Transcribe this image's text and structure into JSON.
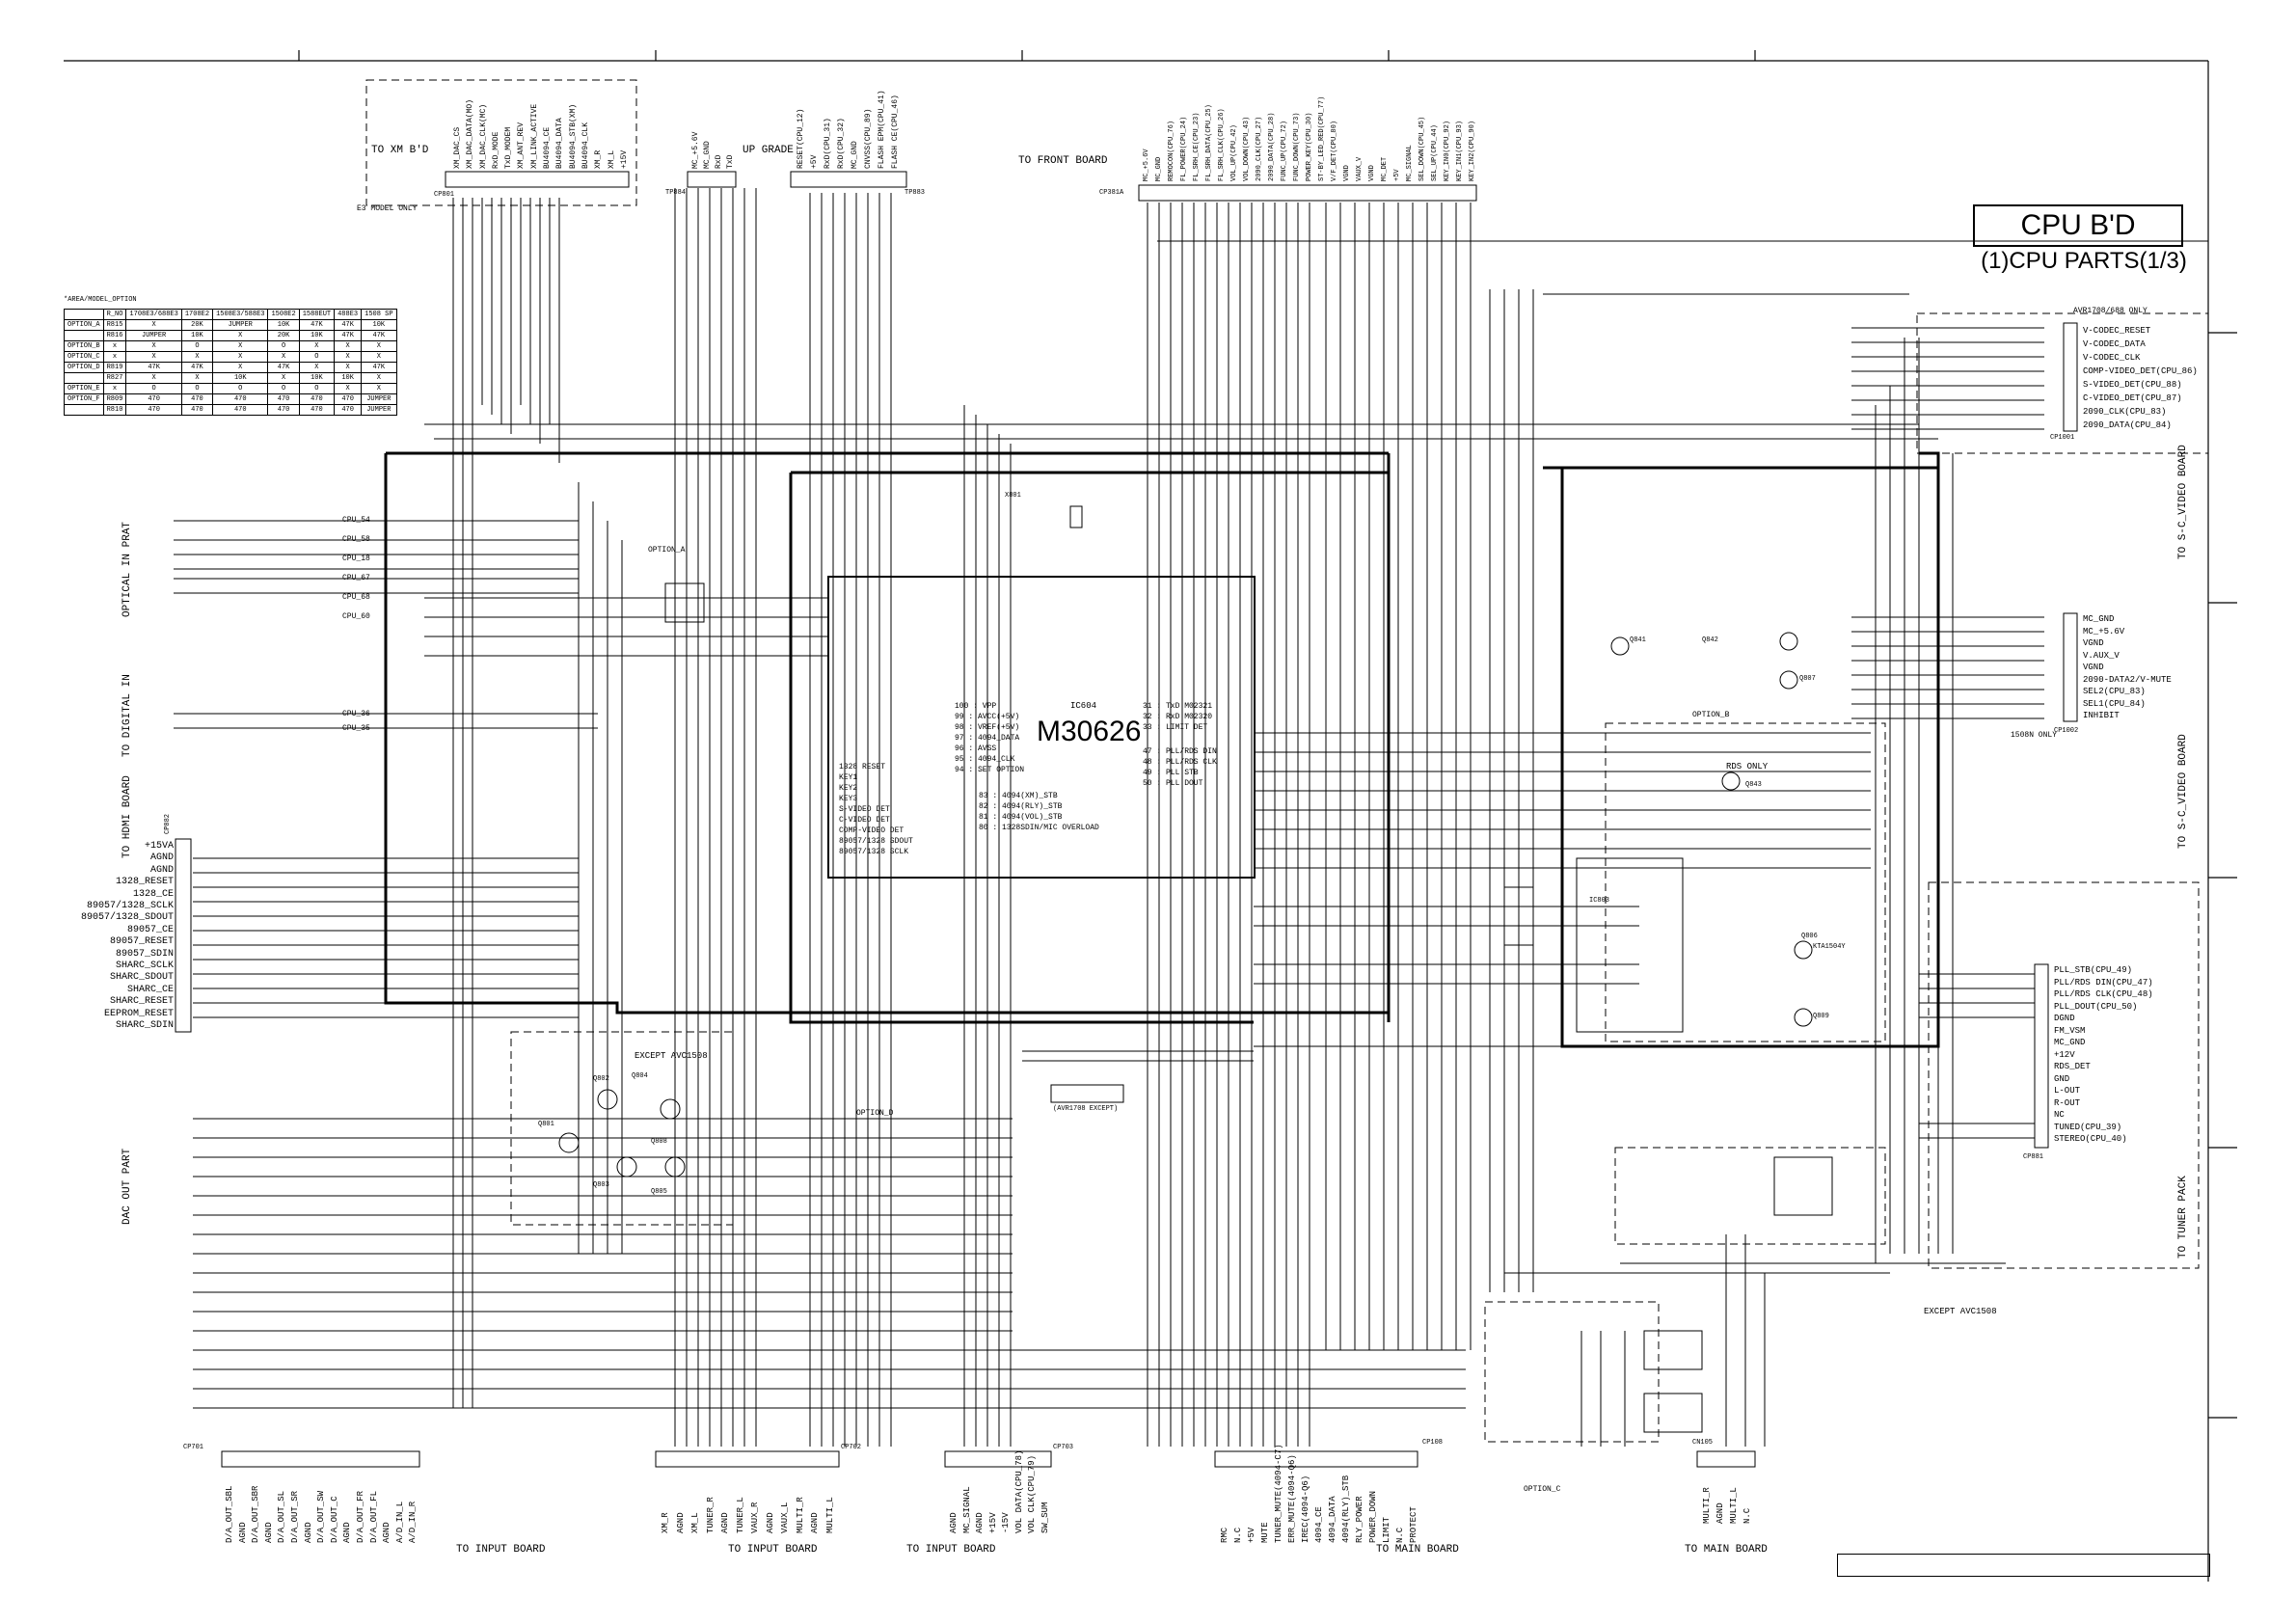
{
  "title": "CPU B'D",
  "subtitle": "(1)CPU PARTS(1/3)",
  "ic": {
    "ref": "IC604",
    "name": "M30626",
    "pins_left": [
      "1328 RESET",
      "KEY1",
      "KEY2",
      "KEY3",
      "S-VIDEO DET",
      "C-VIDEO DET",
      "COMP-VIDEO DET",
      "89057/1328 SDOUT",
      "89057/1328 SCLK"
    ],
    "pins_center": [
      "100 : VPP",
      "99 : AVCC(+5V)",
      "98 : VREF(+5V)",
      "97 : 4094_DATA",
      "96 : AVSS",
      "95 : 4094_CLK",
      "94 : SET OPTION"
    ],
    "pins_center2": [
      "83 : 4094(XM)_STB",
      "82 : 4094(RLY)_STB",
      "81 : 4094(VOL)_STB",
      "80 : 1328SDIN/MIC OVERLOAD"
    ],
    "pins_right": [
      "31 : TxD M02321",
      "32 : RxD M02320",
      "33 : LIMIT DET",
      "47 : PLL/RDS DIN",
      "48 : PLL/RDS CLK",
      "49 : PLL STB",
      "50 : PLL DOUT"
    ]
  },
  "connectors": {
    "xm": {
      "ref": "CP801",
      "label": "TO XM B'D",
      "note": "E3 MODEL ONLY",
      "pins": [
        "XM_DAC_CS",
        "XM_DAC_DATA(MO)",
        "XM_DAC_CLK(MC)",
        "RxD_MODE",
        "TxD_MODEM",
        "XM_ANT_REV",
        "XM_LINK_ACTIVE",
        "BU4094_CE",
        "BU4094_DATA",
        "BU4094_STB(XM)",
        "BU4094_CLK",
        "XM_R",
        "XM_L",
        "+15V"
      ]
    },
    "upgrade": {
      "ref": "TP884",
      "label": "UP GRADE",
      "pins": [
        "MC_+5.6V",
        "MC_GND",
        "RxD",
        "TxD"
      ]
    },
    "tp883": {
      "ref": "TP883",
      "pins": [
        "RESET(CPU_12)",
        "+5V",
        "RxD(CPU_31)",
        "RxD(CPU_32)",
        "MC_GND",
        "CNVSS(CPU_89)",
        "FLASH EPM(CPU_41)",
        "FLASH CE(CPU_46)"
      ]
    },
    "front": {
      "ref": "CP381A",
      "label": "TO FRONT BOARD",
      "pins": [
        "MC_+5.6V",
        "MC_GND",
        "REMOCON(CPU_76)",
        "FL_POWER(CPU_24)",
        "FL_SRH_CE(CPU_23)",
        "FL_SRH_DATA(CPU_25)",
        "FL_SRH_CLK(CPU_26)",
        "VOL_UP(CPU_42)",
        "VOL_DOWN(CPU_43)",
        "2090_CLK(CPU_27)",
        "2090_DATA(CPU_28)",
        "FUNC_UP(CPU_72)",
        "FUNC_DOWN(CPU_73)",
        "POWER_KEY(CPU_30)",
        "ST-BY_LED_RED(CPU_77)",
        "V/F_DET(CPU_80)",
        "VGND",
        "VAUX_V",
        "VGND",
        "MC_DET",
        "+5V",
        "MC_SIGNAL",
        "SEL_DOWN(CPU_45)",
        "SEL_UP(CPU_44)",
        "KEY_IN0(CPU_92)",
        "KEY_IN1(CPU_93)",
        "KEY_IN2(CPU_90)"
      ]
    },
    "avr": {
      "ref": "CP1001",
      "note": "AVR1708/688 ONLY",
      "pins": [
        "V-CODEC_RESET",
        "V-CODEC_DATA",
        "V-CODEC_CLK",
        "COMP-VIDEO_DET(CPU_86)",
        "S-VIDEO_DET(CPU_88)",
        "C-VIDEO_DET(CPU_87)",
        "2090_CLK(CPU_83)",
        "2090_DATA(CPU_84)"
      ]
    },
    "svideo": {
      "ref": "CP1002",
      "label": "TO S-C_VIDEO BOARD",
      "note": "1508N ONLY",
      "pins": [
        "MC_GND",
        "MC_+5.6V",
        "VGND",
        "V.AUX_V",
        "VGND",
        "2090-DATA2/V-MUTE",
        "SEL2(CPU_83)",
        "SEL1(CPU_84)",
        "INHIBIT"
      ]
    },
    "tuner": {
      "ref": "CP881",
      "label": "TO TUNER PACK",
      "note": "EXCEPT AVC1508",
      "pins": [
        "PLL_STB(CPU_49)",
        "PLL/RDS DIN(CPU_47)",
        "PLL/RDS CLK(CPU_48)",
        "PLL_DOUT(CPU_50)",
        "DGND",
        "FM_VSM",
        "MC_GND",
        "+12V",
        "RDS_DET",
        "GND",
        "L-OUT",
        "R-OUT",
        "NC",
        "TUNED(CPU_39)",
        "STEREO(CPU_40)"
      ]
    },
    "hdmi": {
      "ref": "CP882",
      "label": "TO HDMI BOARD",
      "pins": [
        "+15VA",
        "AGND",
        "AGND",
        "1328_RESET",
        "1328_CE",
        "89057/1328_SCLK",
        "89057/1328_SDOUT",
        "89057_CE",
        "89057_RESET",
        "89057_SDIN",
        "SHARC_SCLK",
        "SHARC_SDOUT",
        "SHARC_CE",
        "SHARC_RESET",
        "EEPROM_RESET",
        "SHARC_SDIN"
      ]
    },
    "optical": {
      "label": "OPTICAL IN PRAT",
      "pins": [
        "CPU_54",
        "CPU_58",
        "CPU_18",
        "CPU_67",
        "CPU_68",
        "CPU_60"
      ]
    },
    "digital": {
      "label": "TO DIGITAL IN",
      "pins": [
        "CPU_36",
        "CPU_35"
      ]
    },
    "dac": {
      "ref": "CP701",
      "label": "DAC OUT PART",
      "pins": [
        "D/A_OUT_SBL",
        "AGND",
        "D/A_OUT_SBR",
        "AGND",
        "D/A_OUT_SL",
        "D/A_OUT_SR",
        "AGND",
        "D/A_OUT_SW",
        "D/A_OUT_C",
        "AGND",
        "D/A_OUT_FR",
        "D/A_OUT_FL",
        "AGND",
        "A/D_IN_L",
        "A/D_IN_R"
      ]
    },
    "input1": {
      "ref": "CP702",
      "pins": [
        "XM_R",
        "AGND",
        "XM_L",
        "TUNER_R",
        "AGND",
        "TUNER_L",
        "VAUX_R",
        "AGND",
        "VAUX_L",
        "MULTI_R",
        "AGND",
        "MULTI_L"
      ]
    },
    "input2": {
      "ref": "CP703",
      "pins": [
        "AGND",
        "MC_SIGNAL",
        "AGND",
        "+15V",
        "-15V",
        "VOL DATA(CPU_78)",
        "VOL CLK(CPU_79)",
        "SW_SUM"
      ]
    },
    "main1": {
      "ref": "CP108",
      "pins": [
        "RMC",
        "N.C",
        "+5V",
        "MUTE",
        "TUNER_MUTE(4094-C7)",
        "ERR_MUTE(4094-Q6)",
        "IREC(4094-Q6)",
        "4094_CE",
        "4094_DATA",
        "4094(RLY)_STB",
        "RLY_POWER",
        "POWER_DOWN",
        "LIMIT",
        "N.C",
        "PROTECT"
      ]
    },
    "main2": {
      "ref": "CN105",
      "pins": [
        "MULTI_R",
        "AGND",
        "MULTI_L",
        "N.C"
      ]
    }
  },
  "footer": [
    "TO INPUT BOARD",
    "TO INPUT BOARD",
    "TO INPUT BOARD",
    "TO MAIN BOARD",
    "TO MAIN BOARD"
  ],
  "notes": {
    "rds": "RDS ONLY",
    "except1": "EXCEPT AVC1508",
    "except2": "EXCEPT AVC1508",
    "avr_except": "(AVR1708 EXCEPT)",
    "option_a": "OPTION_A",
    "option_b": "OPTION_B",
    "option_c": "OPTION_C",
    "option_d": "OPTION_D"
  },
  "option_table": {
    "caption": "*AREA/MODEL_OPTION",
    "header": [
      "",
      "R_NO",
      "1708E3/688E3",
      "1708E2",
      "1508E3/588E3",
      "1508E2",
      "1588EUT",
      "488E3",
      "1508 SP"
    ],
    "rows": [
      [
        "OPTION_A",
        "R815",
        "X",
        "20K",
        "JUMPER",
        "10K",
        "47K",
        "47K",
        "10K"
      ],
      [
        "",
        "R816",
        "JUMPER",
        "10K",
        "X",
        "20K",
        "10K",
        "47K",
        "47K"
      ],
      [
        "OPTION_B",
        "x",
        "X",
        "O",
        "X",
        "O",
        "X",
        "X",
        "X"
      ],
      [
        "OPTION_C",
        "x",
        "X",
        "X",
        "X",
        "X",
        "O",
        "X",
        "X"
      ],
      [
        "OPTION_D",
        "R819",
        "47K",
        "47K",
        "X",
        "47K",
        "X",
        "X",
        "47K"
      ],
      [
        "",
        "R827",
        "X",
        "X",
        "10K",
        "X",
        "10K",
        "10K",
        "X"
      ],
      [
        "OPTION_E",
        "x",
        "O",
        "O",
        "O",
        "O",
        "O",
        "X",
        "X"
      ],
      [
        "OPTION_F",
        "R809",
        "470",
        "470",
        "470",
        "470",
        "470",
        "470",
        "JUMPER"
      ],
      [
        "",
        "R810",
        "470",
        "470",
        "470",
        "470",
        "470",
        "470",
        "JUMPER"
      ]
    ]
  },
  "parts": {
    "transistors": [
      "Q801",
      "Q802",
      "Q803",
      "Q804",
      "Q805",
      "Q806",
      "Q807",
      "Q808",
      "Q809",
      "Q841",
      "Q842",
      "Q843"
    ],
    "crystal": "X801",
    "rds_ic": "IC803",
    "tuner_part": "KTA1504Y"
  }
}
